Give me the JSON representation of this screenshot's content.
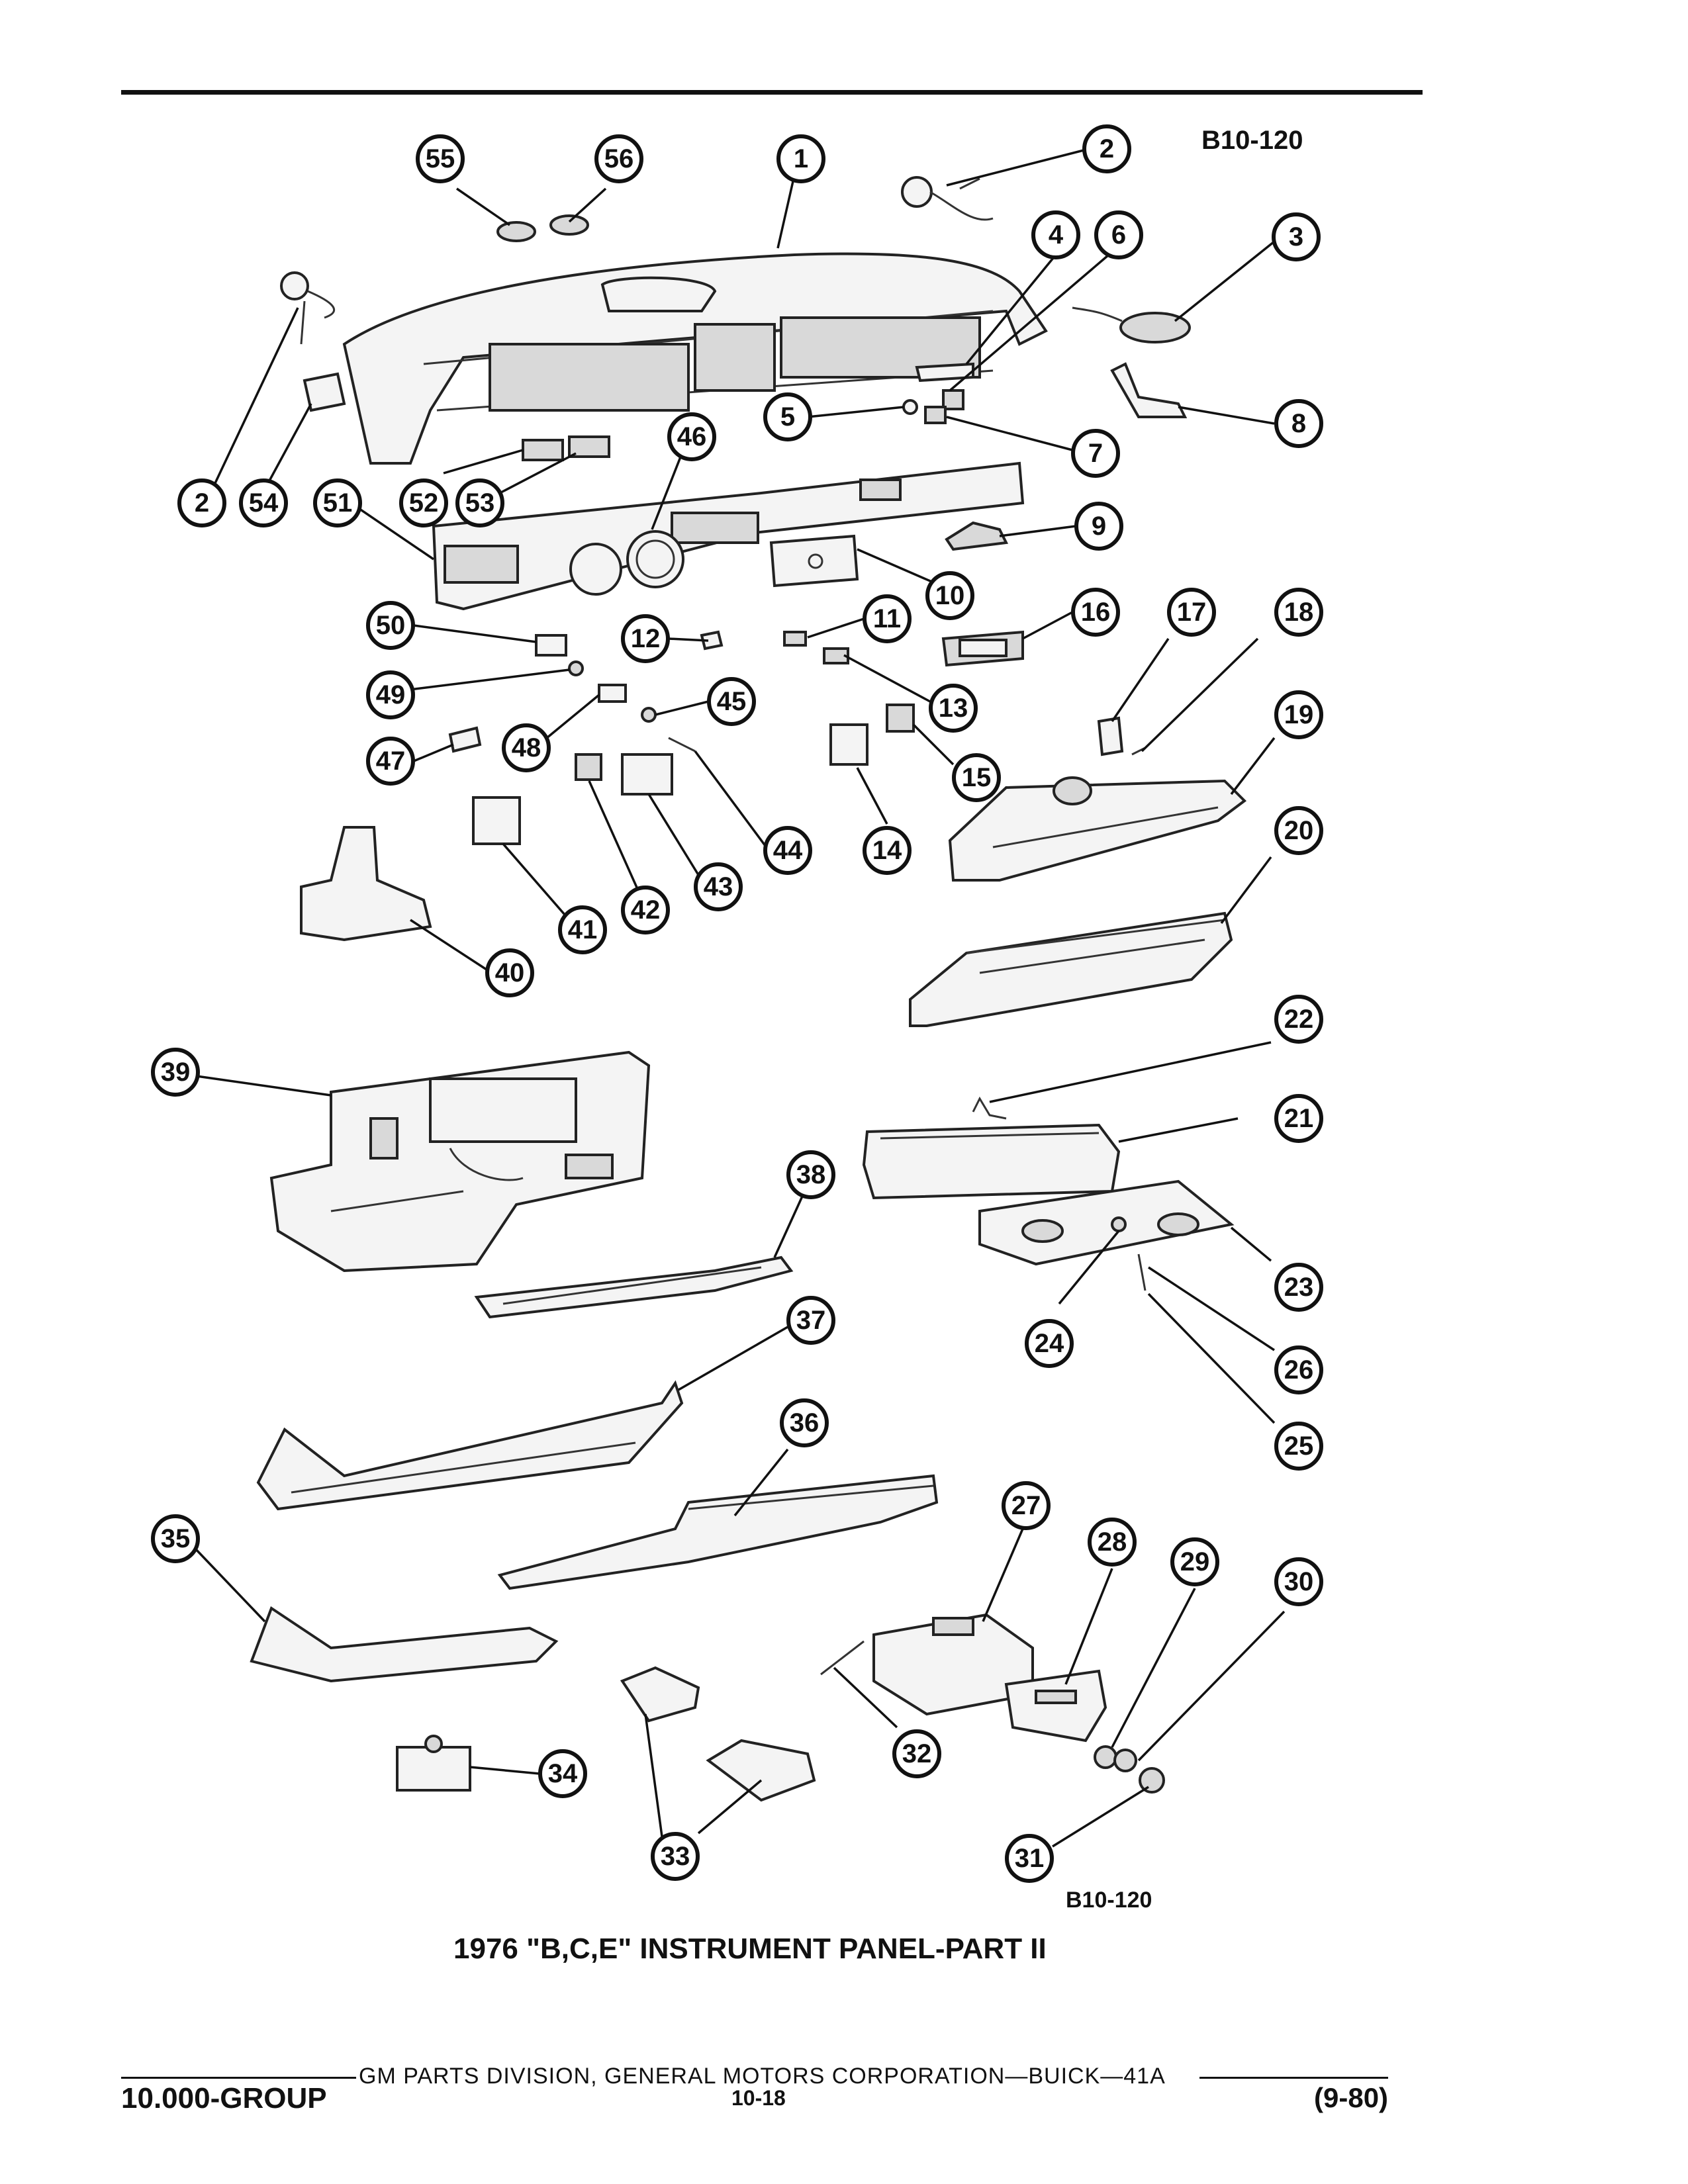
{
  "figure_code": "B10-120",
  "figure_code_bottom": "B10-120",
  "caption": "1976 \"B,C,E\" INSTRUMENT PANEL-PART II",
  "footer": {
    "corporation": "GM PARTS DIVISION, GENERAL MOTORS CORPORATION—BUICK—41A",
    "group": "10.000-GROUP",
    "page": "10-18",
    "date": "(9-80)"
  },
  "callouts": [
    {
      "id": "c1",
      "label": "1"
    },
    {
      "id": "c2a",
      "label": "2"
    },
    {
      "id": "c2b",
      "label": "2"
    },
    {
      "id": "c3",
      "label": "3"
    },
    {
      "id": "c4",
      "label": "4"
    },
    {
      "id": "c5",
      "label": "5"
    },
    {
      "id": "c6",
      "label": "6"
    },
    {
      "id": "c7",
      "label": "7"
    },
    {
      "id": "c8",
      "label": "8"
    },
    {
      "id": "c9",
      "label": "9"
    },
    {
      "id": "c10",
      "label": "10"
    },
    {
      "id": "c11",
      "label": "11"
    },
    {
      "id": "c12",
      "label": "12"
    },
    {
      "id": "c13",
      "label": "13"
    },
    {
      "id": "c14",
      "label": "14"
    },
    {
      "id": "c15",
      "label": "15"
    },
    {
      "id": "c16",
      "label": "16"
    },
    {
      "id": "c17",
      "label": "17"
    },
    {
      "id": "c18",
      "label": "18"
    },
    {
      "id": "c19",
      "label": "19"
    },
    {
      "id": "c20",
      "label": "20"
    },
    {
      "id": "c21",
      "label": "21"
    },
    {
      "id": "c22",
      "label": "22"
    },
    {
      "id": "c23",
      "label": "23"
    },
    {
      "id": "c24",
      "label": "24"
    },
    {
      "id": "c25",
      "label": "25"
    },
    {
      "id": "c26",
      "label": "26"
    },
    {
      "id": "c27",
      "label": "27"
    },
    {
      "id": "c28",
      "label": "28"
    },
    {
      "id": "c29",
      "label": "29"
    },
    {
      "id": "c30",
      "label": "30"
    },
    {
      "id": "c31",
      "label": "31"
    },
    {
      "id": "c32",
      "label": "32"
    },
    {
      "id": "c33",
      "label": "33"
    },
    {
      "id": "c34",
      "label": "34"
    },
    {
      "id": "c35",
      "label": "35"
    },
    {
      "id": "c36",
      "label": "36"
    },
    {
      "id": "c37",
      "label": "37"
    },
    {
      "id": "c38",
      "label": "38"
    },
    {
      "id": "c39",
      "label": "39"
    },
    {
      "id": "c40",
      "label": "40"
    },
    {
      "id": "c41",
      "label": "41"
    },
    {
      "id": "c42",
      "label": "42"
    },
    {
      "id": "c43",
      "label": "43"
    },
    {
      "id": "c44",
      "label": "44"
    },
    {
      "id": "c45",
      "label": "45"
    },
    {
      "id": "c46",
      "label": "46"
    },
    {
      "id": "c47",
      "label": "47"
    },
    {
      "id": "c48",
      "label": "48"
    },
    {
      "id": "c49",
      "label": "49"
    },
    {
      "id": "c50",
      "label": "50"
    },
    {
      "id": "c51",
      "label": "51"
    },
    {
      "id": "c52",
      "label": "52"
    },
    {
      "id": "c53",
      "label": "53"
    },
    {
      "id": "c54",
      "label": "54"
    },
    {
      "id": "c55",
      "label": "55"
    },
    {
      "id": "c56",
      "label": "56"
    }
  ]
}
